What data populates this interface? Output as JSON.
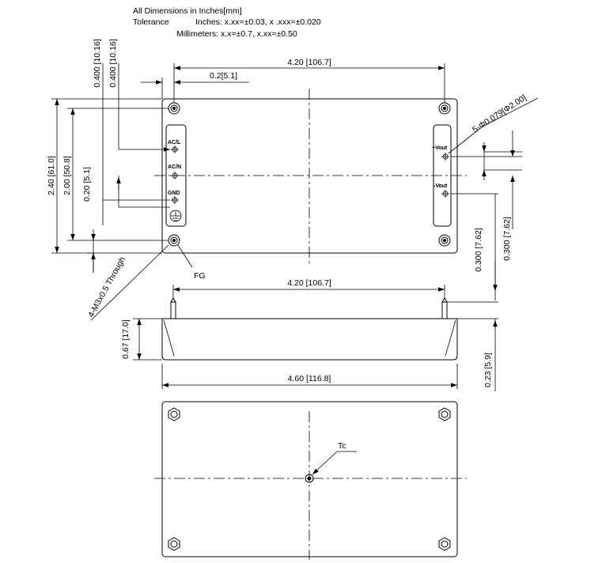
{
  "notes": {
    "line1": "All Dimensions in Inches[mm]",
    "tolerance_label": "Tolerance",
    "line2": "Inches: x.xx=±0.03, x .xxx=±0.020",
    "line3": "Millimeters: x.x=±0.7, x.xx=±0.50"
  },
  "top_view": {
    "width_dim": "4.20 [106.7]",
    "pin_offset_dim": "0.2[5.1]",
    "height_outer_dim": "2.40 [61.0]",
    "height_inner_dim": "2.00 [50.8]",
    "pin_row_small_dim": "0.20 [5.1]",
    "pin_spacing_dim_a": "0.400 [10.16]",
    "pin_spacing_dim_b": "0.400 [10.16]",
    "hole_dim": "5-Φ0.079[Φ2.00]",
    "output_dim_a": "0.300 [7.62]",
    "output_dim_b": "0.300 [7.62]",
    "mount_callout": "4-M3x0.5 Through",
    "fg_label": "FG",
    "pins_left": [
      "AC/L",
      "AC/N",
      "GND"
    ],
    "pins_right": [
      "+Vout",
      "-Vout"
    ]
  },
  "side_view": {
    "pin_span_dim": "4.20 [106.7]",
    "height_dim": "0.67 [17.0]",
    "pin_length_dim": "0.23 [5.9]",
    "overall_length_dim": "4.60 [116.8]"
  },
  "bottom_view": {
    "tc_label": "Tc"
  }
}
